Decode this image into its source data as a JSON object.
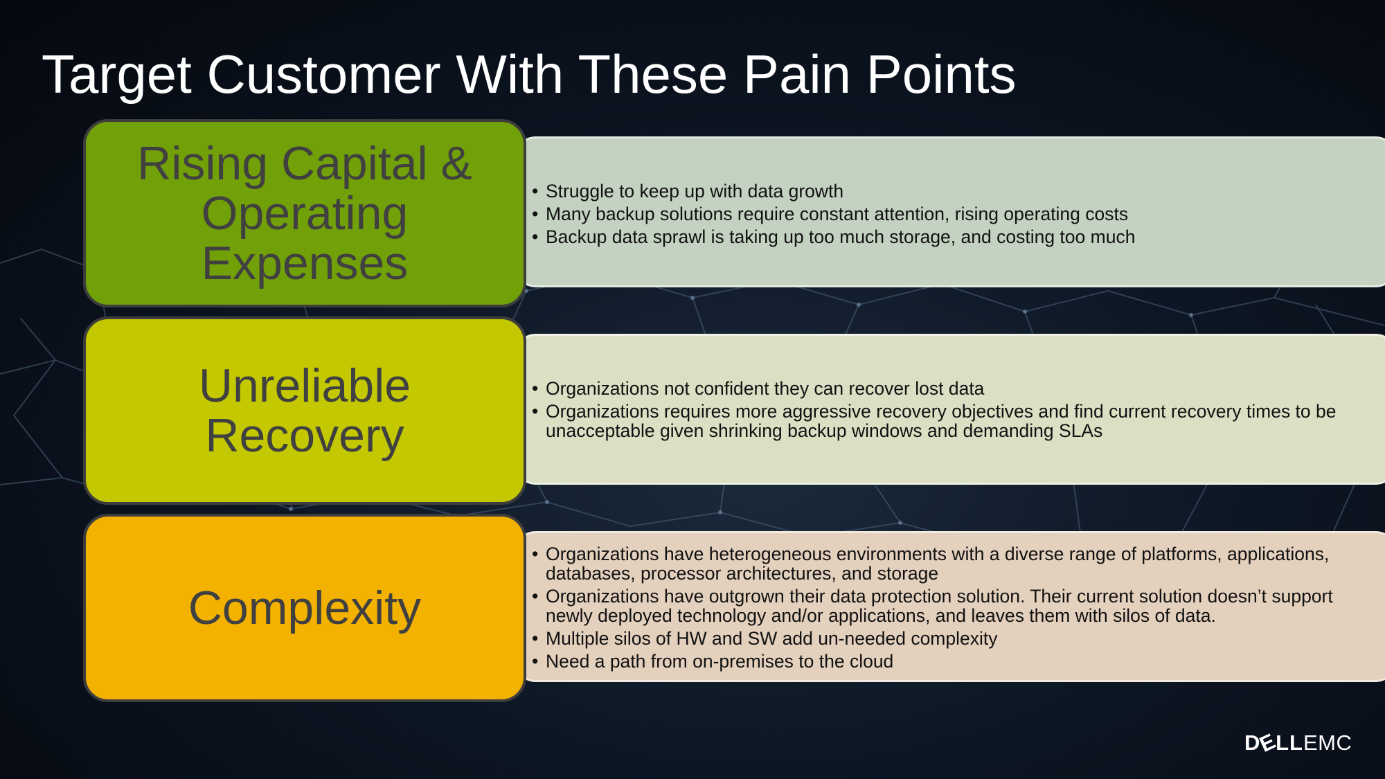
{
  "slide": {
    "title": "Target Customer With These Pain Points"
  },
  "pain_points": [
    {
      "label_lines": [
        "Rising Capital &",
        "Operating",
        "Expenses"
      ],
      "label_color": "#71a008",
      "box_color": "#c4d3c1",
      "bullets": [
        "Struggle to keep up with data growth",
        "Many backup solutions require constant attention, rising operating costs",
        "Backup data sprawl is taking up too much storage, and costing too much"
      ]
    },
    {
      "label_lines": [
        "Unreliable",
        "Recovery"
      ],
      "label_color": "#c4c800",
      "box_color": "#dbdfc3",
      "bullets": [
        "Organizations not confident they can recover lost data",
        "Organizations requires more aggressive recovery objectives and find current recovery times to be unacceptable given shrinking backup windows and demanding SLAs"
      ]
    },
    {
      "label_lines": [
        "Complexity"
      ],
      "label_color": "#f3b100",
      "box_color": "#e3d0bd",
      "bullets": [
        "Organizations have heterogeneous environments with a diverse range of platforms, applications, databases, processor architectures, and storage",
        "Organizations have outgrown their data protection solution. Their current solution doesn’t support newly deployed technology and/or applications, and leaves them with silos of data.",
        "Multiple silos of HW and SW add un-needed complexity",
        "Need a path from on-premises to the cloud"
      ]
    }
  ],
  "logo": {
    "brand": "D",
    "brand_e": "E",
    "brand_ll": "LL",
    "product": "EMC"
  }
}
